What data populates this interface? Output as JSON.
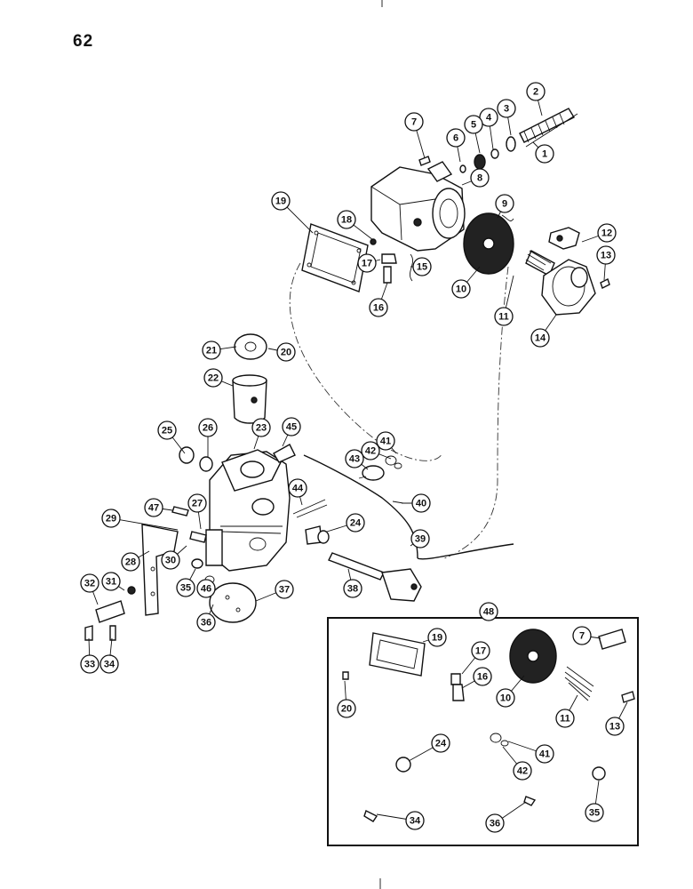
{
  "page": {
    "number": "62"
  },
  "kit_group": {
    "callout": "48"
  },
  "callouts": [
    "1",
    "2",
    "3",
    "4",
    "5",
    "6",
    "7",
    "8",
    "9",
    "10",
    "11",
    "12",
    "13",
    "14",
    "15",
    "16",
    "17",
    "18",
    "19",
    "20",
    "21",
    "22",
    "23",
    "24",
    "25",
    "26",
    "27",
    "28",
    "29",
    "30",
    "31",
    "32",
    "33",
    "34",
    "35",
    "36",
    "37",
    "38",
    "39",
    "40",
    "41",
    "42",
    "43",
    "44",
    "45",
    "46",
    "47",
    "48",
    "19",
    "17",
    "16",
    "10",
    "7",
    "11",
    "13",
    "20",
    "24",
    "41",
    "42",
    "34",
    "36",
    "35"
  ]
}
